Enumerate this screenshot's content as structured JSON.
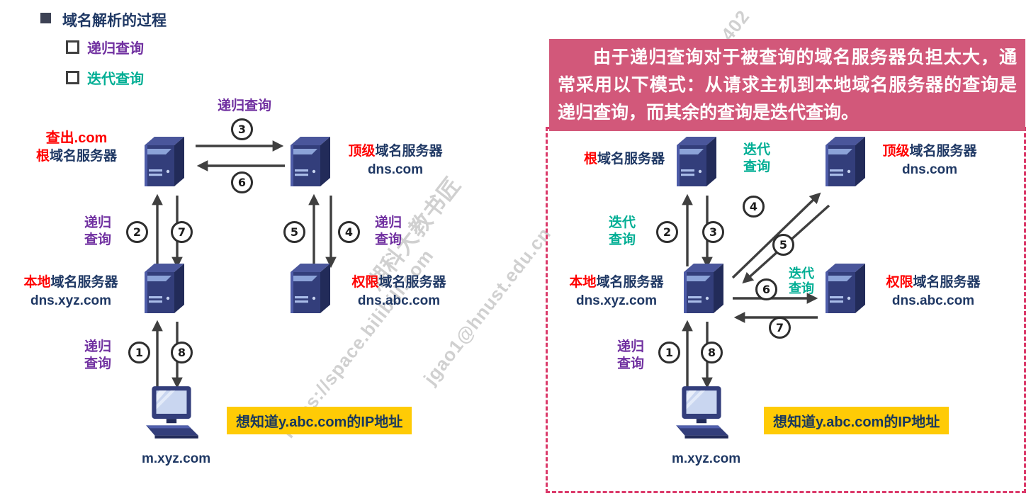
{
  "legend": {
    "title": "域名解析的过程",
    "items": [
      {
        "label": "递归查询"
      },
      {
        "label": "迭代查询"
      }
    ]
  },
  "labels": {
    "lookup_result": "查出.com",
    "recursive": "递归查询",
    "recursive_line1": "递归",
    "recursive_line2": "查询",
    "iterative_line1": "迭代",
    "iterative_line2": "查询"
  },
  "servers": {
    "root": {
      "highlight": "根",
      "rest": "域名服务器"
    },
    "tld": {
      "highlight": "顶级",
      "rest": "域名服务器",
      "domain": "dns.com"
    },
    "local": {
      "highlight": "本地",
      "rest": "域名服务器",
      "domain": "dns.xyz.com"
    },
    "auth": {
      "highlight": "权限",
      "rest": "域名服务器",
      "domain": "dns.abc.com"
    },
    "host": {
      "name": "m.xyz.com"
    }
  },
  "steps": [
    "1",
    "2",
    "3",
    "4",
    "5",
    "6",
    "7",
    "8"
  ],
  "callout": "想知道y.abc.com的IP地址",
  "note": "由于递归查询对于被查询的域名服务器负担太大，通常采用以下模式：从请求主机到本地域名服务器的查询是递归查询，而其余的查询是迭代查询。",
  "watermarks": [
    "https://space.bilibili.com",
    "湖科大教书匠",
    "jgao1@hnust.edu.cn",
    "402"
  ],
  "colors": {
    "navy": "#1F3864",
    "purple": "#7030A0",
    "teal": "#00AE94",
    "red": "#FF0000",
    "note_bg": "#D2587A",
    "border_pink": "#DB3A6A",
    "callout_bg": "#FFCB05",
    "arrow": "#3F3F3F"
  }
}
